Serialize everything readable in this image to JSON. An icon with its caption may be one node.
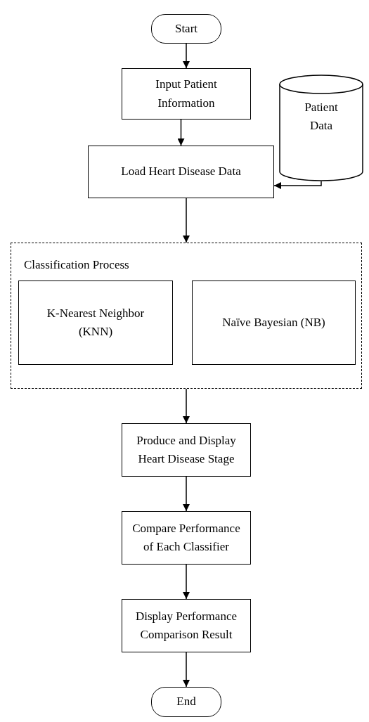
{
  "diagram": {
    "nodes": [
      {
        "text": [
          "Start"
        ]
      },
      {
        "text": [
          "Input Patient Information"
        ]
      },
      {
        "text": [
          "Patient Data"
        ]
      },
      {
        "text": [
          "Load Heart Disease Data"
        ]
      },
      {
        "text": [
          "Classification Process"
        ]
      },
      {
        "text": [
          "K-Nearest Neighbor (KNN)"
        ],
        "in": 4
      },
      {
        "text": [
          "Naïve Bayesian (NB)"
        ],
        "in": 4
      },
      {
        "text": [
          "Produce and Display Heart Disease Stage"
        ]
      },
      {
        "text": [
          "Compare Performance of Each Classifier"
        ]
      },
      {
        "text": [
          "Display Performance Comparison Result"
        ]
      },
      {
        "text": [
          "End"
        ]
      }
    ],
    "edges": [
      {
        "from": 0,
        "to": 1,
        "arrow": "to"
      },
      {
        "from": 1,
        "to": 3,
        "arrow": "to"
      },
      {
        "from": 2,
        "to": 3,
        "arrow": "to"
      },
      {
        "from": 3,
        "to": 4,
        "arrow": "to"
      },
      {
        "from": 4,
        "to": 7,
        "arrow": "to"
      },
      {
        "from": 7,
        "to": 8,
        "arrow": "to"
      },
      {
        "from": 8,
        "to": 9,
        "arrow": "to"
      },
      {
        "from": 9,
        "to": 10,
        "arrow": "to"
      }
    ]
  }
}
